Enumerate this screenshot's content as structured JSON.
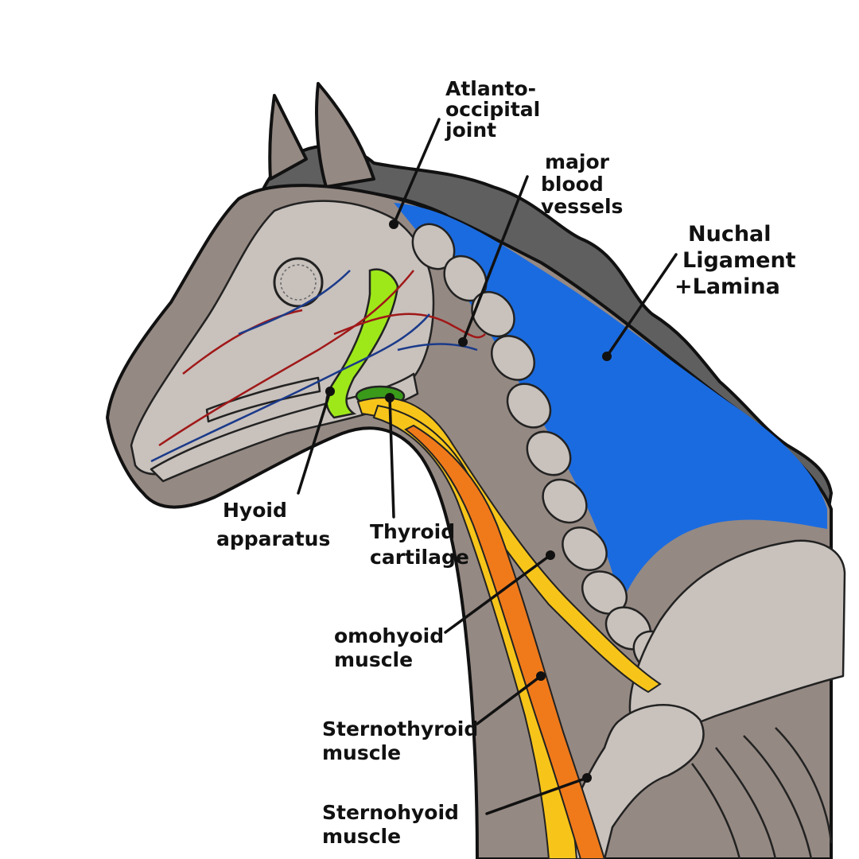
{
  "colors": {
    "body": "#958983",
    "mane": "#5f5f5f",
    "nuchal_ligament": "#1a6be0",
    "bone": "#c8c1bc",
    "hyoid": "#9ee81a",
    "thyroid": "#3a9a1a",
    "omohyoid": "#f7c51a",
    "sternohyoid": "#f07a1a",
    "artery": "#a01818",
    "vein": "#1a3a8a"
  },
  "labels": {
    "atlanto": [
      "Atlanto-",
      "occipital",
      "joint"
    ],
    "vessels": [
      "major",
      "blood",
      "vessels"
    ],
    "nuchal": [
      "Nuchal",
      "Ligament",
      "+Lamina"
    ],
    "hyoid": [
      "Hyoid",
      "apparatus"
    ],
    "thyroid": [
      "Thyroid",
      "cartilage"
    ],
    "omohyoid": [
      "omohyoid",
      "muscle"
    ],
    "sternothyroid": [
      "Sternothyroid",
      "muscle"
    ],
    "sternohyoid": [
      "Sternohyoid",
      "muscle"
    ]
  }
}
